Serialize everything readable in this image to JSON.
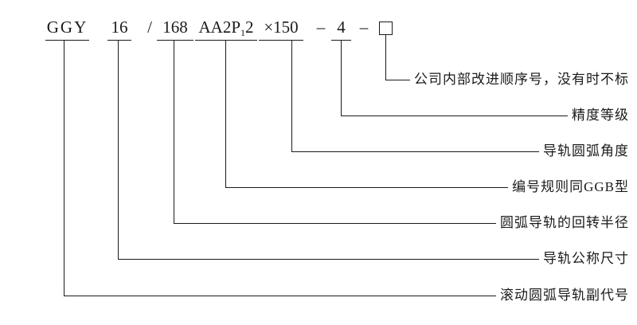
{
  "colors": {
    "ink": "#1a1a1a",
    "background": "#ffffff"
  },
  "code": {
    "series": "GGY",
    "nominal_size": "16",
    "slash": "/",
    "radius": "168",
    "spec_prefix": "AA2P",
    "spec_subscript": "1",
    "spec_suffix": "2",
    "angle": "×150",
    "dash1": "–",
    "precision": "4",
    "dash2": "–",
    "placeholder_box": "improvement-sequence-placeholder"
  },
  "labels": [
    "公司内部改进顺序号，没有时不标",
    "精度等级",
    "导轨圆弧角度",
    "编号规则同GGB型",
    "圆弧导轨的回转半径",
    "导轨公称尺寸",
    "滚动圆弧导轨副代号"
  ]
}
